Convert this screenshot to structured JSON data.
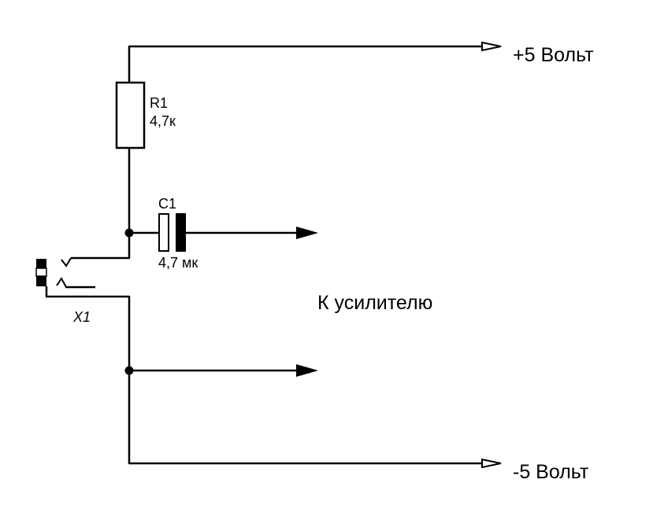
{
  "diagram": {
    "type": "circuit schematic",
    "rails": {
      "positive": {
        "label": "+5 Вольт"
      },
      "negative": {
        "label": "-5 Вольт"
      }
    },
    "components": {
      "resistor": {
        "ref": "R1",
        "value": "4,7к"
      },
      "capacitor": {
        "ref": "C1",
        "value": "4,7 мк"
      },
      "connector": {
        "ref": "X1"
      }
    },
    "amplifier_label": "К усилителю",
    "colors": {
      "line": "#000000",
      "background": "#ffffff"
    }
  }
}
